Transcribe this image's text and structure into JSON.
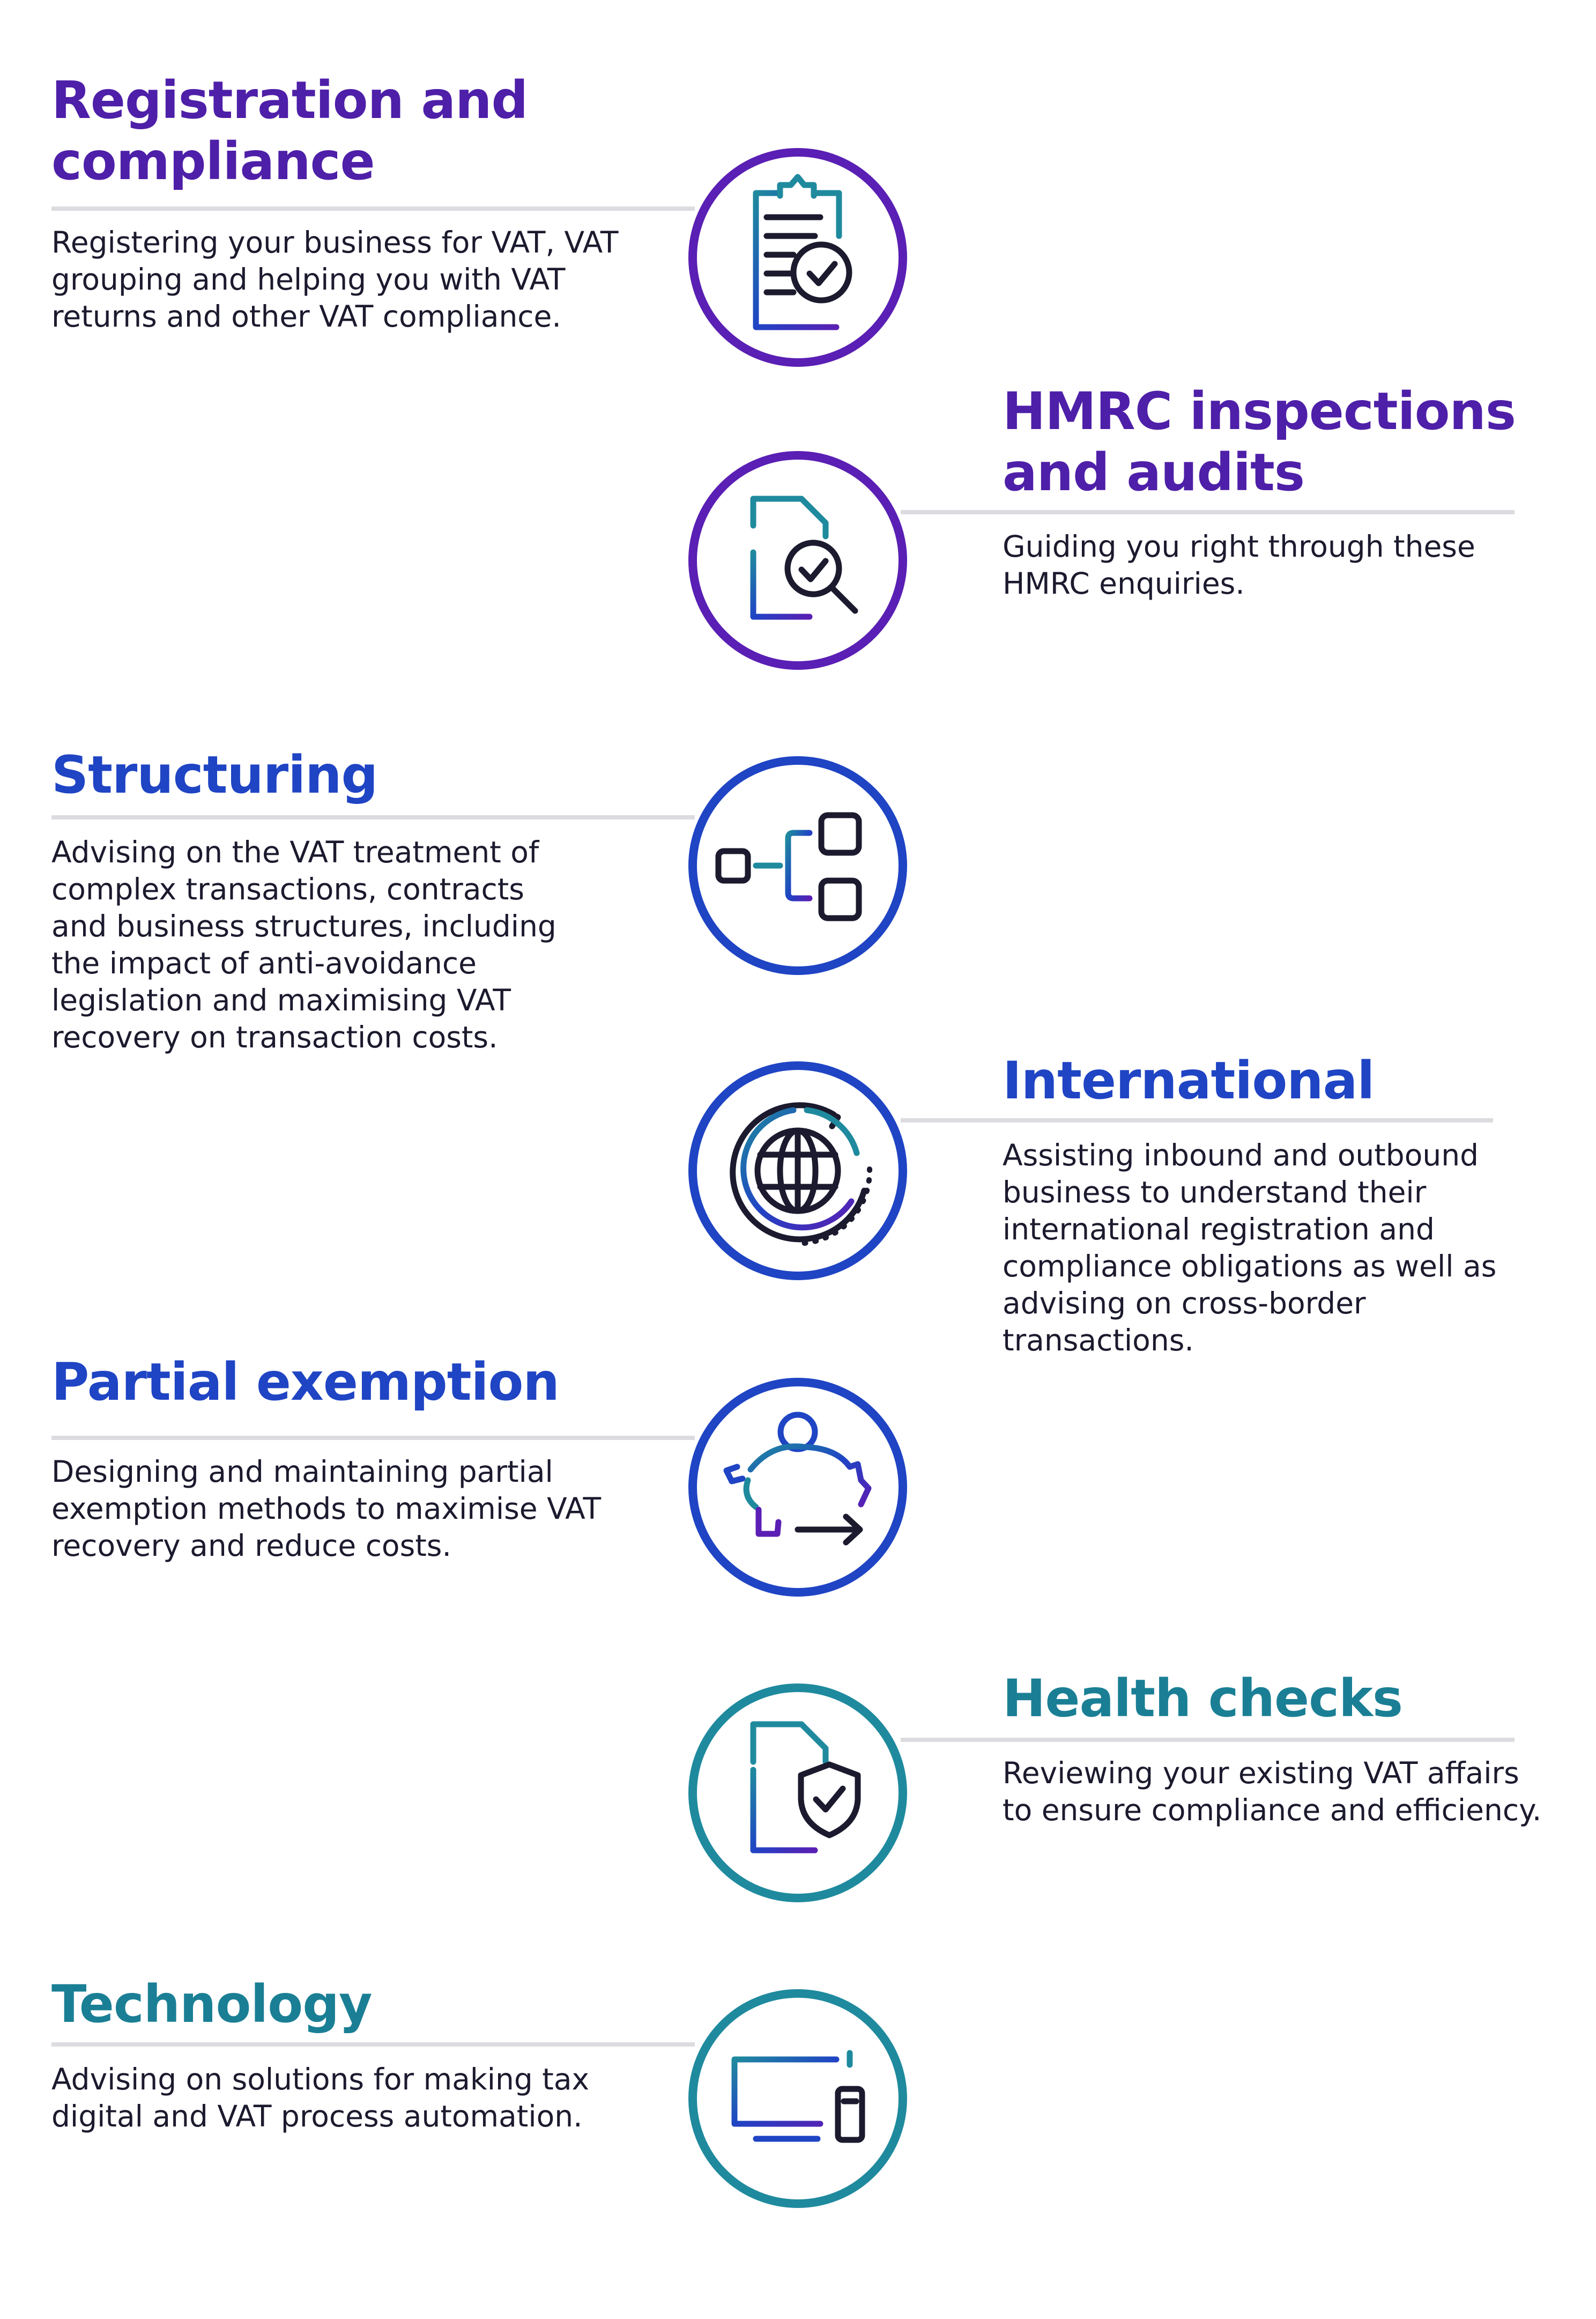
{
  "colors": {
    "purple": "#5a1fb4",
    "blue": "#1f44c4",
    "teal": "#1f8a9e",
    "navy": "#1b1a2e",
    "rule": "#dcdce0"
  },
  "services": [
    {
      "title": "Registration and compliance",
      "title_lines": [
        "Registration and",
        "compliance"
      ],
      "description": "Registering your business for VAT, VAT grouping and helping you with VAT returns and other VAT compliance.",
      "icon": "clipboard-check-icon"
    },
    {
      "title": "HMRC inspections and audits",
      "title_lines": [
        "HMRC inspections",
        "and audits"
      ],
      "description": "Guiding you right through these HMRC enquiries.",
      "icon": "document-search-icon"
    },
    {
      "title": "Structuring",
      "title_lines": [
        "Structuring"
      ],
      "description": "Advising on the VAT treatment of complex transactions, contracts and business structures, including the impact of anti-avoidance legislation and maximising VAT recovery on transaction costs.",
      "icon": "org-structure-icon"
    },
    {
      "title": "International",
      "title_lines": [
        "International"
      ],
      "description": "Assisting inbound and outbound business to understand their international registration and compliance obligations as well as advising on cross-border transactions.",
      "icon": "globe-cycle-icon"
    },
    {
      "title": "Partial exemption",
      "title_lines": [
        "Partial exemption"
      ],
      "description": "Designing and maintaining partial exemption methods to maximise VAT recovery and reduce costs.",
      "icon": "piggy-bank-arrow-icon"
    },
    {
      "title": "Health checks",
      "title_lines": [
        "Health checks"
      ],
      "description": "Reviewing your existing VAT affairs to ensure compliance and efficiency.",
      "icon": "document-shield-icon"
    },
    {
      "title": "Technology",
      "title_lines": [
        "Technology"
      ],
      "description": "Advising on solutions for making tax digital and VAT process automation.",
      "icon": "computer-monitor-icon"
    }
  ]
}
